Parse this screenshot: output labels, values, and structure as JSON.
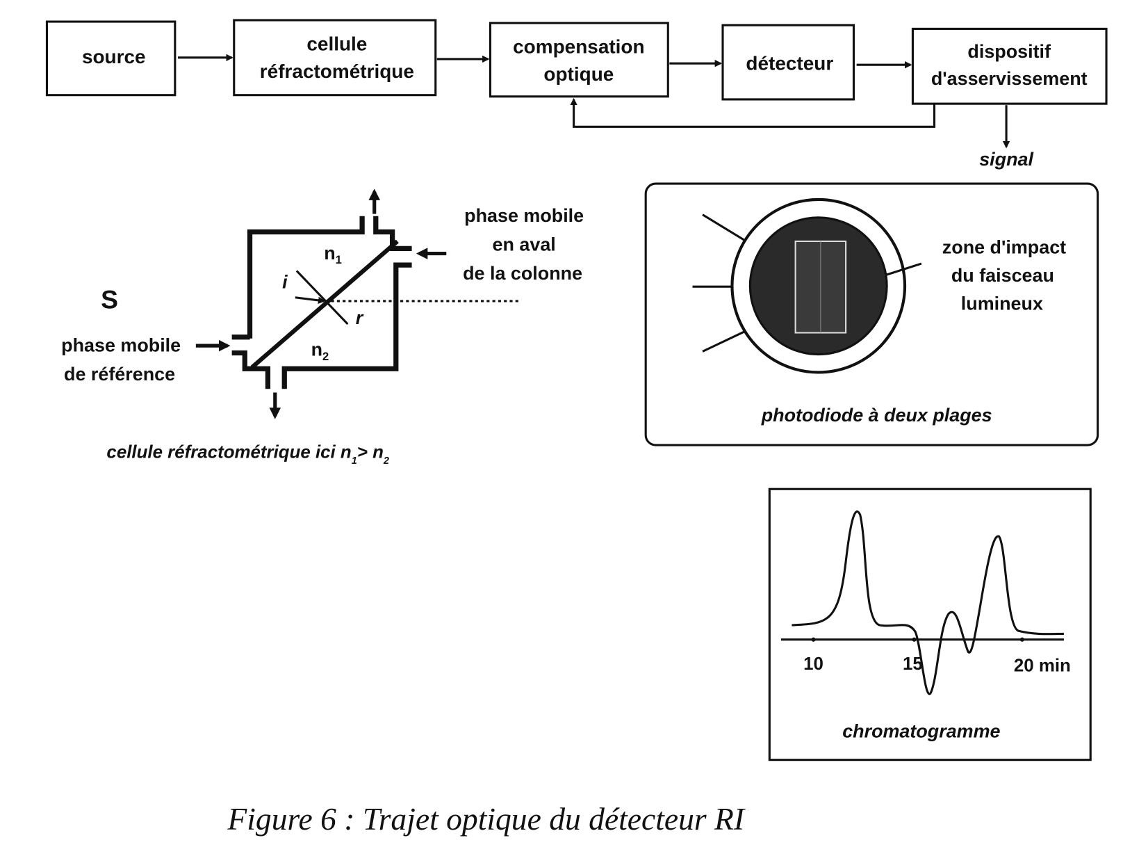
{
  "flow": {
    "source": "source",
    "cell": [
      "cellule",
      "réfractométrique"
    ],
    "compensation": [
      "compensation",
      "optique"
    ],
    "detector": "détecteur",
    "servo": [
      "dispositif",
      "d'asservissement"
    ],
    "signal": "signal"
  },
  "cell_diagram": {
    "S": "S",
    "n1": "n",
    "n1_sub": "1",
    "n2": "n",
    "n2_sub": "2",
    "i": "i",
    "r": "r",
    "reference": [
      "phase mobile",
      "de référence"
    ],
    "downstream": [
      "phase mobile",
      "en aval",
      "de la colonne"
    ],
    "caption": "cellule réfractométrique   ici n",
    "caption_sub1": "1",
    "caption_gt": "> n",
    "caption_sub2": "2"
  },
  "photodiode": {
    "impact": [
      "zone d'impact",
      "du faisceau",
      "lumineux"
    ],
    "caption": "photodiode à deux plages"
  },
  "chromatogram": {
    "ticks": [
      "10",
      "15",
      "20 min"
    ],
    "caption": "chromatogramme"
  },
  "figure_caption": "Figure 6 : Trajet optique du détecteur RI"
}
